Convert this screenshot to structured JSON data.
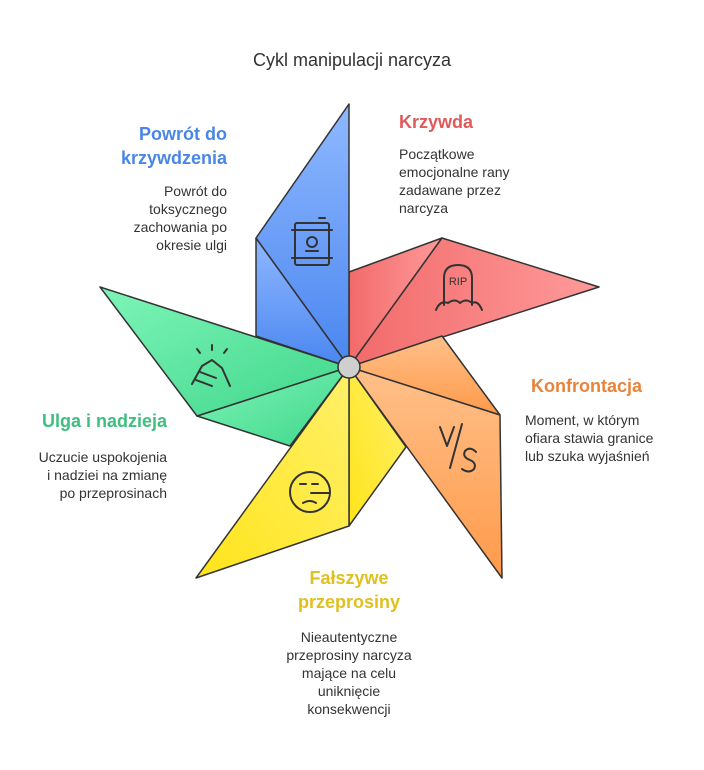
{
  "title": "Cykl manipulacji narcyza",
  "stages": [
    {
      "heading": "Krzywda",
      "description": [
        "Początkowe",
        "emocjonalne rany",
        "zadawane przez",
        "narcyza"
      ],
      "color": "#e05a5a",
      "icon": "tombstone-rip-icon",
      "icon_text": "RIP"
    },
    {
      "heading": "Konfrontacja",
      "description": [
        "Moment, w którym",
        "ofiara stawia granice",
        "lub szuka wyjaśnień"
      ],
      "color": "#e8833a",
      "icon": "versus-icon",
      "icon_text": "V/S"
    },
    {
      "heading": [
        "Fałszywe",
        "przeprosiny"
      ],
      "description": [
        "Nieautentyczne",
        "przeprosiny narcyza",
        "mające na celu",
        "uniknięcie",
        "konsekwencji"
      ],
      "color": "#e0c020",
      "icon": "lying-face-icon"
    },
    {
      "heading": "Ulga i nadzieja",
      "description": [
        "Uczucie uspokojenia",
        "i nadziei na zmianę",
        "po przeprosinach"
      ],
      "color": "#3fbf7f",
      "icon": "handshake-icon"
    },
    {
      "heading": [
        "Powrót do",
        "krzywdzenia"
      ],
      "description": [
        "Powrót do",
        "toksycznego",
        "zachowania po",
        "okresie ulgi"
      ],
      "color": "#4a86e8",
      "icon": "toxic-barrel-icon"
    }
  ]
}
